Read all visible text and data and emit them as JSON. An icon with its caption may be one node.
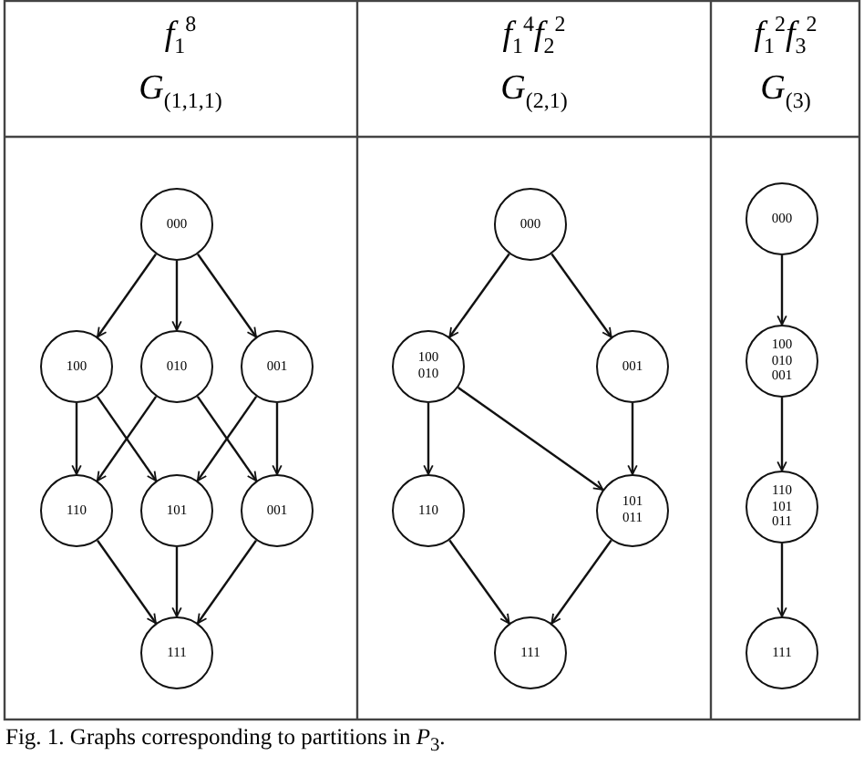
{
  "diagram": {
    "caption": "Fig. 1. Graphs corresponding to partitions in *P*$_{3}$.",
    "nodes": [
      {
        "text": [
          "000"
        ]
      },
      {
        "text": [
          "100"
        ]
      },
      {
        "text": [
          "010"
        ]
      },
      {
        "text": [
          "001"
        ]
      },
      {
        "text": [
          "110"
        ]
      },
      {
        "text": [
          "101"
        ]
      },
      {
        "text": [
          "001"
        ]
      },
      {
        "text": [
          "111"
        ]
      },
      {
        "text": [
          "000"
        ]
      },
      {
        "text": [
          "100 010"
        ]
      },
      {
        "text": [
          "001"
        ]
      },
      {
        "text": [
          "110"
        ]
      },
      {
        "text": [
          "101 011"
        ]
      },
      {
        "text": [
          "111"
        ]
      },
      {
        "text": [
          "000"
        ]
      },
      {
        "text": [
          "100 010 001"
        ]
      },
      {
        "text": [
          "110 101 011"
        ]
      },
      {
        "text": [
          "111"
        ]
      }
    ],
    "edges": [
      {
        "from": 0,
        "to": 1,
        "arrow": "to"
      },
      {
        "from": 0,
        "to": 2,
        "arrow": "to"
      },
      {
        "from": 0,
        "to": 3,
        "arrow": "to"
      },
      {
        "from": 1,
        "to": 4,
        "arrow": "to"
      },
      {
        "from": 1,
        "to": 5,
        "arrow": "to"
      },
      {
        "from": 2,
        "to": 4,
        "arrow": "to"
      },
      {
        "from": 2,
        "to": 6,
        "arrow": "to"
      },
      {
        "from": 3,
        "to": 5,
        "arrow": "to"
      },
      {
        "from": 3,
        "to": 6,
        "arrow": "to"
      },
      {
        "from": 4,
        "to": 7,
        "arrow": "to"
      },
      {
        "from": 5,
        "to": 7,
        "arrow": "to"
      },
      {
        "from": 6,
        "to": 7,
        "arrow": "to"
      },
      {
        "from": 8,
        "to": 9,
        "arrow": "to"
      },
      {
        "from": 8,
        "to": 10,
        "arrow": "to"
      },
      {
        "from": 9,
        "to": 11,
        "arrow": "to"
      },
      {
        "from": 9,
        "to": 12,
        "arrow": "to"
      },
      {
        "from": 10,
        "to": 12,
        "arrow": "to"
      },
      {
        "from": 11,
        "to": 13,
        "arrow": "to"
      },
      {
        "from": 12,
        "to": 13,
        "arrow": "to"
      },
      {
        "from": 14,
        "to": 15,
        "arrow": "to"
      },
      {
        "from": 15,
        "to": 16,
        "arrow": "to"
      },
      {
        "from": 16,
        "to": 17,
        "arrow": "to"
      }
    ],
    "labels": [
      "*f*$_{1}$$^{8}$",
      "*f*$_{1}$$^{4}$*f*$_{2}$$^{2}$",
      "*f*$_{1}$$^{2}$*f*$_{3}$$^{2}$",
      "*G*$_{(1,1,1)}$",
      "*G*$_{(2,1)}$",
      "*G*$_{(3)}$"
    ]
  }
}
